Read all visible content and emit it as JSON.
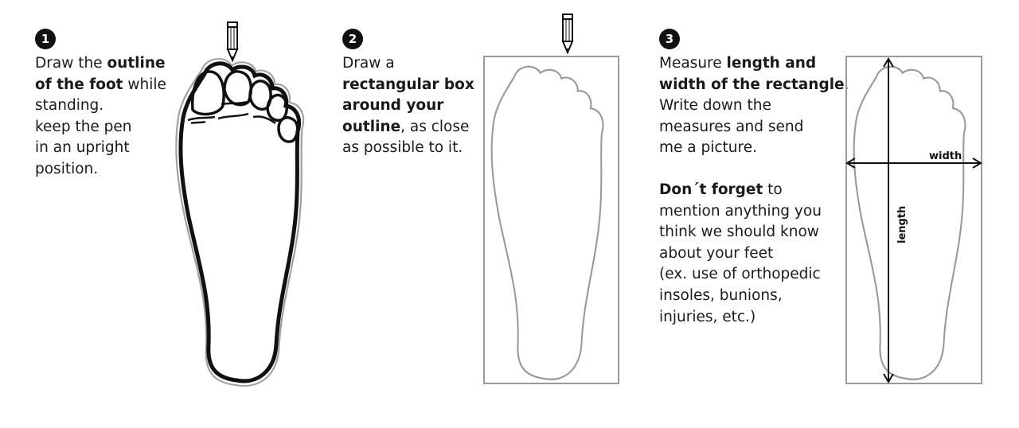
{
  "steps": [
    {
      "number": "1",
      "lines": [
        {
          "parts": [
            {
              "text": "Draw the ",
              "bold": false
            },
            {
              "text": "outline",
              "bold": true
            }
          ]
        },
        {
          "parts": [
            {
              "text": "of the foot",
              "bold": true
            },
            {
              "text": " while",
              "bold": false
            }
          ]
        },
        {
          "parts": [
            {
              "text": "standing.",
              "bold": false
            }
          ]
        },
        {
          "parts": [
            {
              "text": "keep the pen",
              "bold": false
            }
          ]
        },
        {
          "parts": [
            {
              "text": "in an upright",
              "bold": false
            }
          ]
        },
        {
          "parts": [
            {
              "text": "position.",
              "bold": false
            }
          ]
        }
      ]
    },
    {
      "number": "2",
      "lines": [
        {
          "parts": [
            {
              "text": "Draw a",
              "bold": false
            }
          ]
        },
        {
          "parts": [
            {
              "text": "rectangular box",
              "bold": true
            }
          ]
        },
        {
          "parts": [
            {
              "text": "around your",
              "bold": true
            }
          ]
        },
        {
          "parts": [
            {
              "text": "outline",
              "bold": true
            },
            {
              "text": ", as close",
              "bold": false
            }
          ]
        },
        {
          "parts": [
            {
              "text": "as possible to it.",
              "bold": false
            }
          ]
        }
      ]
    },
    {
      "number": "3",
      "lines": [
        {
          "parts": [
            {
              "text": "Measure ",
              "bold": false
            },
            {
              "text": "length and",
              "bold": true
            }
          ]
        },
        {
          "parts": [
            {
              "text": "width of the rectangle",
              "bold": true
            },
            {
              "text": ".",
              "bold": false
            }
          ]
        },
        {
          "parts": [
            {
              "text": "Write down the",
              "bold": false
            }
          ]
        },
        {
          "parts": [
            {
              "text": "measures and send",
              "bold": false
            }
          ]
        },
        {
          "parts": [
            {
              "text": "me a picture.",
              "bold": false
            }
          ]
        },
        {
          "gap": true
        },
        {
          "parts": [
            {
              "text": "Don´t forget",
              "bold": true
            },
            {
              "text": " to",
              "bold": false
            }
          ]
        },
        {
          "parts": [
            {
              "text": "mention anything you",
              "bold": false
            }
          ]
        },
        {
          "parts": [
            {
              "text": "think we should know",
              "bold": false
            }
          ]
        },
        {
          "parts": [
            {
              "text": "about your feet",
              "bold": false
            }
          ]
        },
        {
          "parts": [
            {
              "text": "(ex. use of  orthopedic",
              "bold": false
            }
          ]
        },
        {
          "parts": [
            {
              "text": "insoles, bunions,",
              "bold": false
            }
          ]
        },
        {
          "parts": [
            {
              "text": "injuries, etc.)",
              "bold": false
            }
          ]
        }
      ]
    }
  ],
  "measure_labels": {
    "width": "width",
    "length": "length"
  },
  "icons": [
    "pencil-icon",
    "foot-outline",
    "measure-arrow"
  ],
  "colors": {
    "ink": "#111111",
    "outline_gray": "#9a9a9a",
    "text": "#1a1a1a"
  }
}
